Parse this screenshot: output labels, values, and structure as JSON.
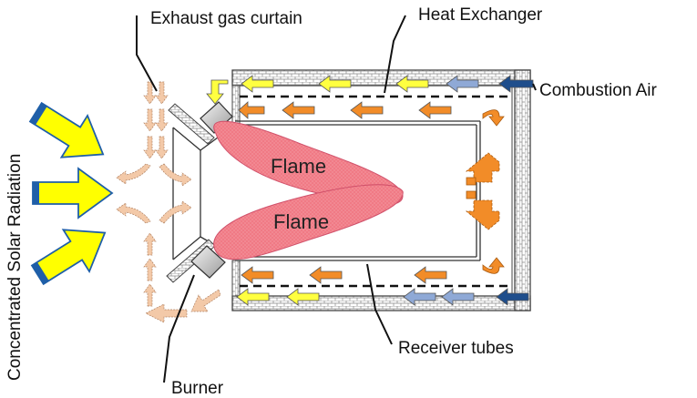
{
  "labels": {
    "exhaust_gas_curtain": "Exhaust gas curtain",
    "heat_exchanger": "Heat Exchanger",
    "combustion_air": "Combustion Air",
    "concentrated_solar_radiation": "Concentrated Solar Radiation",
    "flame_upper": "Flame",
    "flame_lower": "Flame",
    "receiver_tubes": "Receiver tubes",
    "burner": "Burner"
  },
  "colors": {
    "solar_arrow_fill": "#ffff00",
    "solar_arrow_stripe": "#1f5fa8",
    "flame_fill": "#f07a85",
    "flow_orange": "#f28c28",
    "flow_blue": "#1f4e8c",
    "flow_light_blue": "#8fa9d6",
    "flow_yellow": "#ffff40",
    "flow_peach": "#f3c9a8",
    "wall_brick": "#777777"
  },
  "icons": {
    "solar_arrow": "solar-arrow-icon",
    "flow_arrow": "flow-arrow-icon",
    "burner": "burner-icon"
  }
}
